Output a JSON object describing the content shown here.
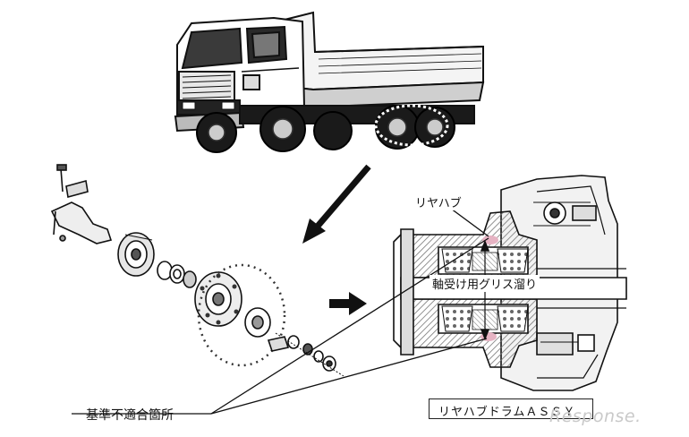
{
  "labels": {
    "rear_hub": "リヤハブ",
    "bearing_grease": "軸受け用グリス溜り",
    "defect_location": "基準不適合箇所",
    "rear_hub_drum_assy": "リヤハブドラムＡＳＳＹ"
  },
  "watermark": "Response.",
  "colors": {
    "ink": "#111111",
    "hatch": "#9a9a9a",
    "highlight": "#e6b3c3",
    "watermark": "#c9c9c9"
  }
}
